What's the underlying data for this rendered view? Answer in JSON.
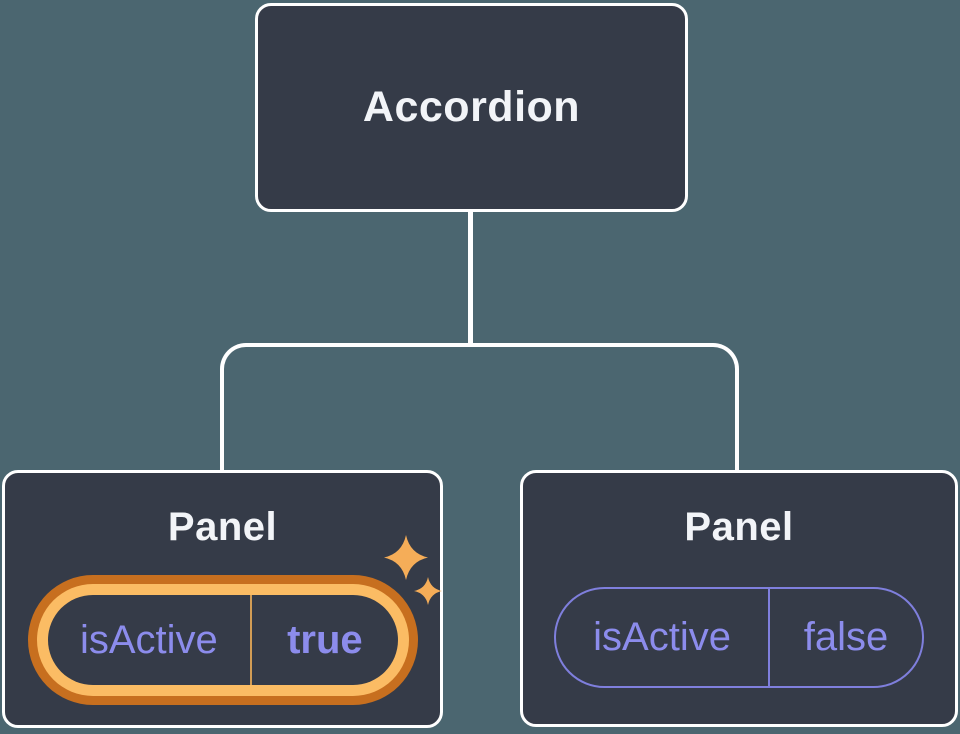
{
  "diagram": {
    "root": {
      "label": "Accordion"
    },
    "children": [
      {
        "label": "Panel",
        "prop": {
          "key": "isActive",
          "value": "true"
        },
        "highlighted": true
      },
      {
        "label": "Panel",
        "prop": {
          "key": "isActive",
          "value": "false"
        },
        "highlighted": false
      }
    ]
  },
  "icons": {
    "sparkles": "sparkles-icon"
  },
  "colors": {
    "background": "#4b6670",
    "node_fill": "#353b48",
    "node_border": "#ffffff",
    "node_text": "#f2f4f8",
    "connector": "#ffffff",
    "prop_text": "#8c8cec",
    "prop_border": "#7f7fdd",
    "highlight_outer": "#c76f1f",
    "highlight_inner": "#fbbc64",
    "highlight_divider": "#d29c55",
    "sparkle": "#f5ad58"
  }
}
